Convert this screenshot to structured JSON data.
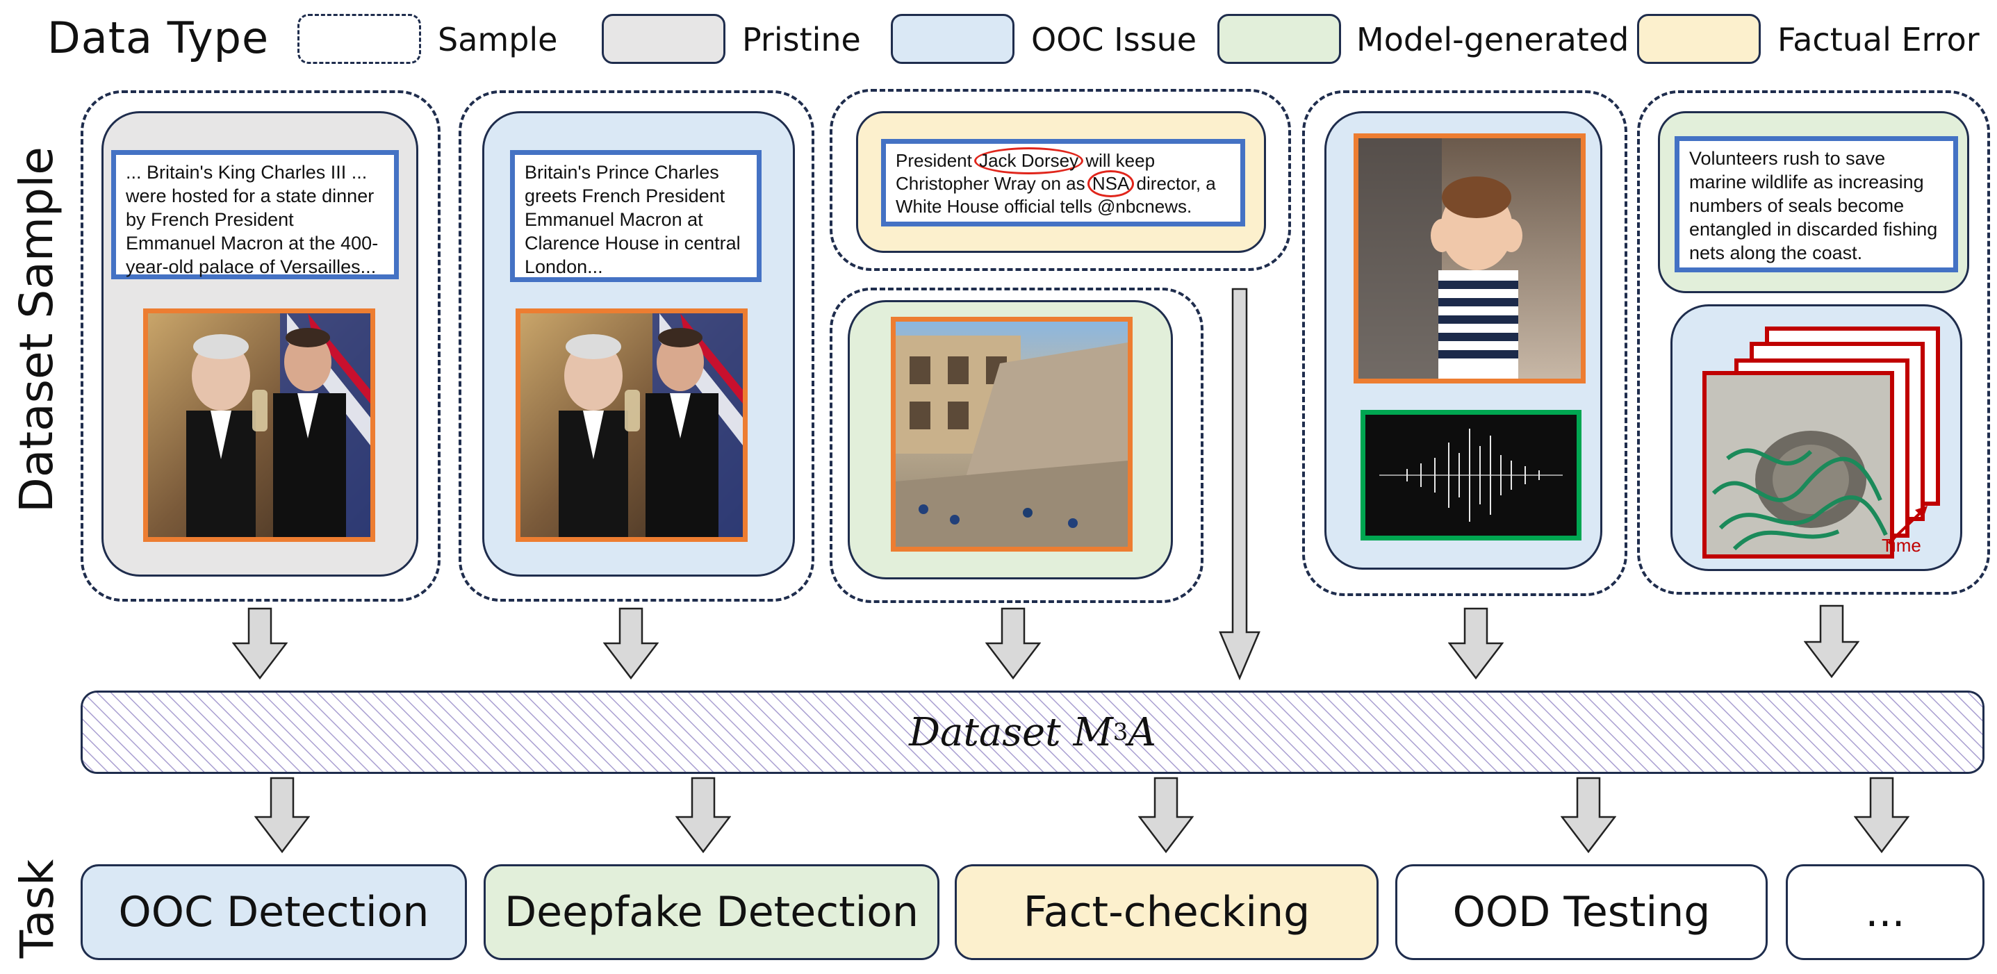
{
  "legend": {
    "title": "Data Type",
    "items": [
      {
        "label": "Sample",
        "color": "#ffffff",
        "dashed": true
      },
      {
        "label": "Pristine",
        "color": "#e7e6e6"
      },
      {
        "label": "OOC Issue",
        "color": "#dae8f5"
      },
      {
        "label": "Model-generated",
        "color": "#e2efda"
      },
      {
        "label": "Factual Error",
        "color": "#fcf0cd"
      }
    ]
  },
  "side_labels": {
    "samples": "Dataset Sample",
    "task": "Task"
  },
  "samples": {
    "s1_caption": "... Britain's King Charles III ... were hosted for a state dinner by French President Emmanuel Macron at the 400-year-old palace of Versailles...",
    "s2_caption": "Britain's Prince Charles greets French President Emmanuel Macron at Clarence House in central London...",
    "s3_caption": {
      "p1": "President ",
      "c1": "Jack Dorsey",
      "p2": " will keep Christopher Wray on as ",
      "c2": "NSA",
      "p3": " director, a White House official tells @nbcnews."
    },
    "s5_caption": "Volunteers rush to save marine wildlife as increasing numbers of seals become entangled in discarded fishing nets along the coast.",
    "time_label": "Time"
  },
  "dataset": {
    "prefix": "Dataset ",
    "name": "M",
    "sup": "3",
    "suffix": "A"
  },
  "tasks": [
    {
      "label": "OOC Detection",
      "color": "#dae8f5"
    },
    {
      "label": "Deepfake Detection",
      "color": "#e2efda"
    },
    {
      "label": "Fact-checking",
      "color": "#fcf0cd"
    },
    {
      "label": "OOD Testing",
      "color": "#ffffff"
    },
    {
      "label": "...",
      "color": "#ffffff"
    }
  ],
  "colors": {
    "pristine": "#e7e6e6",
    "ooc": "#dae8f5",
    "generated": "#e2efda",
    "factual": "#fcf0cd",
    "caption_border": "#4472c4",
    "image_border": "#ed7d31",
    "audio_border": "#00a651",
    "video_border": "#c00000",
    "highlight": "#e0251b"
  }
}
